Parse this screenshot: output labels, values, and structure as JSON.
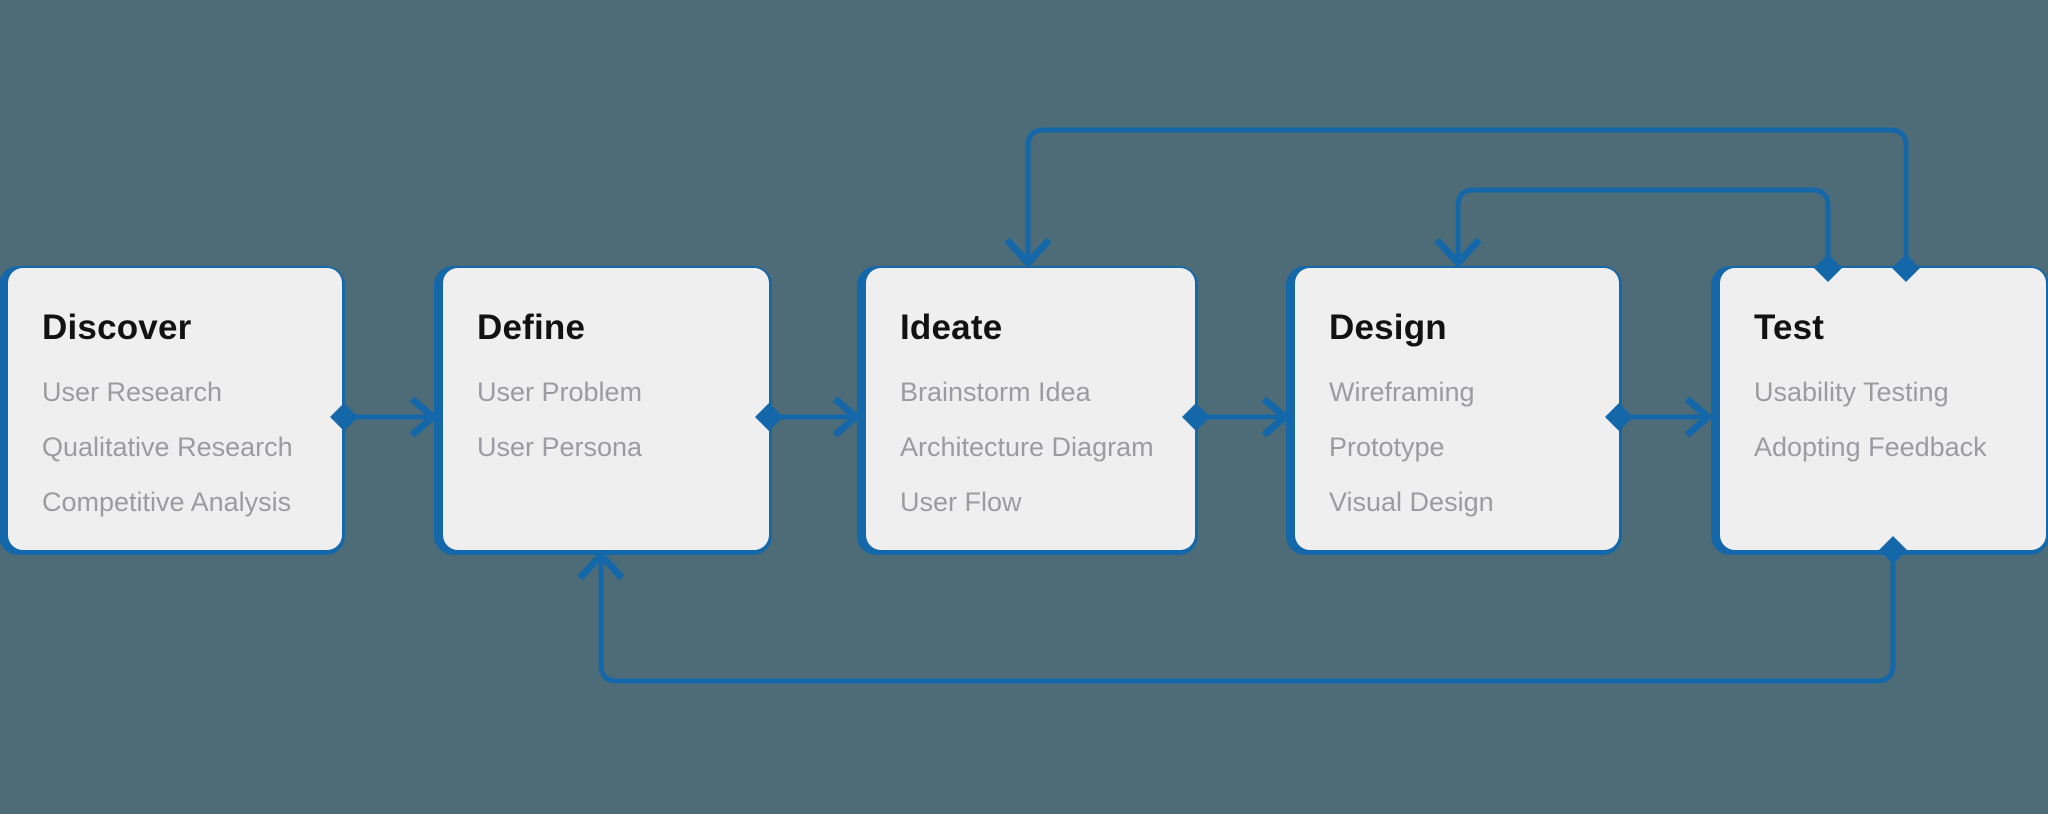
{
  "diagram": {
    "name": "design-process-flow",
    "stages": [
      {
        "title": "Discover",
        "items": [
          "User Research",
          "Qualitative Research",
          "Competitive Analysis"
        ]
      },
      {
        "title": "Define",
        "items": [
          "User Problem",
          "User Persona"
        ]
      },
      {
        "title": "Ideate",
        "items": [
          "Brainstorm Idea",
          "Architecture Diagram",
          "User Flow"
        ]
      },
      {
        "title": "Design",
        "items": [
          "Wireframing",
          "Prototype",
          "Visual Design"
        ]
      },
      {
        "title": "Test",
        "items": [
          "Usability Testing",
          "Adopting Feedback"
        ]
      }
    ],
    "connections": [
      {
        "from": "Discover",
        "to": "Define",
        "type": "forward"
      },
      {
        "from": "Define",
        "to": "Ideate",
        "type": "forward"
      },
      {
        "from": "Ideate",
        "to": "Design",
        "type": "forward"
      },
      {
        "from": "Design",
        "to": "Test",
        "type": "forward"
      },
      {
        "from": "Test",
        "to": "Ideate",
        "type": "feedback-loop-top"
      },
      {
        "from": "Test",
        "to": "Design",
        "type": "feedback-loop-top"
      },
      {
        "from": "Test",
        "to": "Define",
        "type": "feedback-loop-bottom"
      }
    ],
    "colors": {
      "background": "#4d6c78",
      "card": "#f0eff0",
      "accent": "#1467a9",
      "title_text": "#121212",
      "item_text": "#9b9ba0"
    }
  }
}
